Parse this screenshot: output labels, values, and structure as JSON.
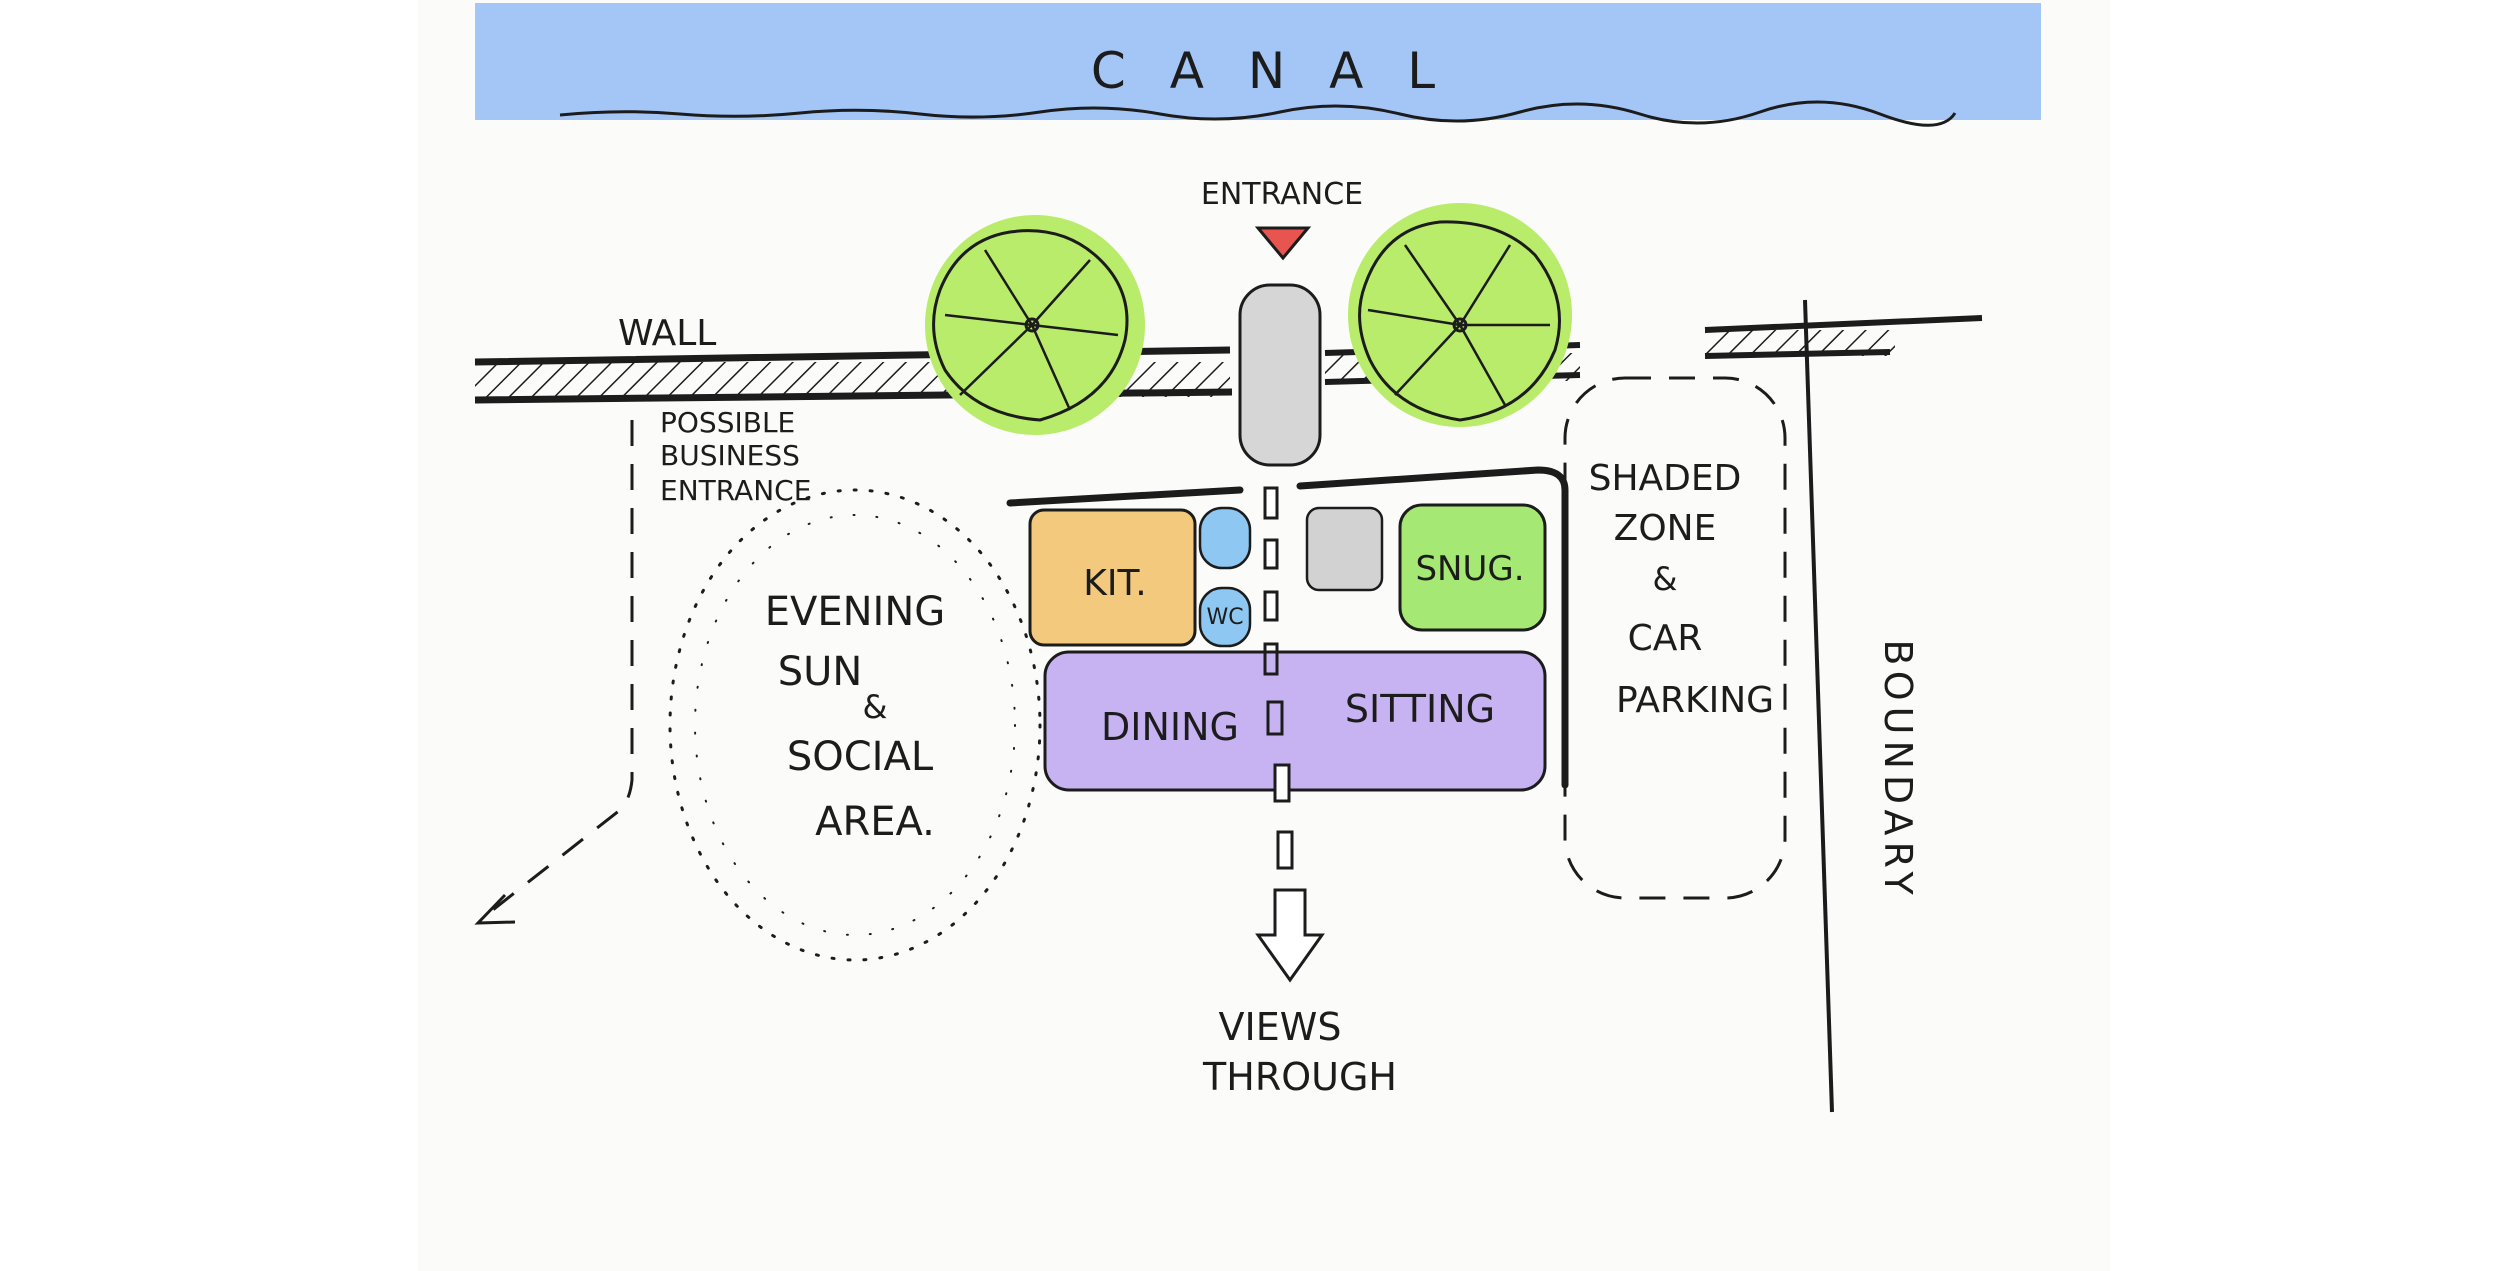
{
  "colors": {
    "canal": "#a4c6f7",
    "tree": "#b8ec6a",
    "kitchen": "#f3c97e",
    "wc": "#8ec8f2",
    "store": "#d2d2d2",
    "snug": "#a5e873",
    "dining": "#c8b3f2",
    "entrance_marker": "#e8544f",
    "entrance_path": "#d6d6d6",
    "ink": "#1c1c1c"
  },
  "labels": {
    "canal": "C A N A L",
    "entrance": "ENTRANCE",
    "wall": "WALL",
    "possible_business_entrance": [
      "POSSIBLE",
      "BUSINESS",
      "ENTRANCE"
    ],
    "evening_sun": [
      "EVENING",
      "SUN",
      "&",
      "SOCIAL",
      "AREA."
    ],
    "kitchen": "KIT.",
    "wc": "WC",
    "snug": "SNUG.",
    "dining": "DINING",
    "sitting": "SITTING",
    "shaded_zone": [
      "SHADED",
      "ZONE",
      "&",
      "CAR",
      "PARKING"
    ],
    "boundary": "BOUNDARY",
    "views_through": [
      "VIEWS",
      "THROUGH"
    ]
  },
  "icons": [
    "tree-icon",
    "entrance-triangle-icon",
    "arrow-down-icon",
    "arrow-southwest-icon"
  ]
}
